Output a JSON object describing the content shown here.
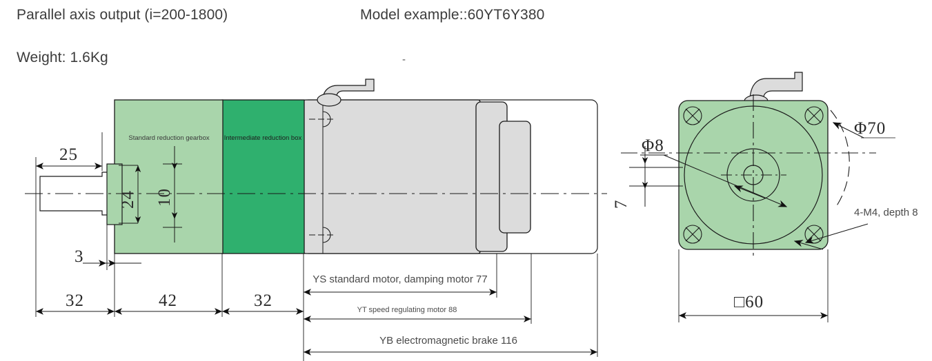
{
  "header": {
    "parallel_axis": "Parallel axis output (i=200-1800)",
    "model_example": "Model example::60YT6Y380",
    "weight": "Weight: 1.6Kg",
    "dash": "-"
  },
  "side_view": {
    "gearbox_label": "Standard reduction gearbox",
    "intermediate_label": "Intermediate reduction box",
    "dimensions": {
      "shaft_length": "25",
      "flange_height": "24",
      "shaft_dia_center": "10",
      "flange_thickness": "3",
      "seg_gearbox": "32",
      "seg_intermediate": "42",
      "seg_motor_flange": "32"
    },
    "motor_dims": [
      {
        "label": "YS standard motor, damping motor 77"
      },
      {
        "label": "YT speed regulating motor 88"
      },
      {
        "label": "YB electromagnetic brake 116"
      }
    ]
  },
  "face_view": {
    "shaft_dia": "Φ8",
    "bolt_circle": "Φ70",
    "shaft_offset": "7",
    "thread_note": "4-M4, depth 8",
    "square_size": "□60"
  },
  "colors": {
    "gearbox_green": "#a9d5ab",
    "intermediate_green": "#2fb06e",
    "motor_grey": "#dcdcdc",
    "line": "#1a1a1a",
    "text": "#3c3c3c"
  }
}
